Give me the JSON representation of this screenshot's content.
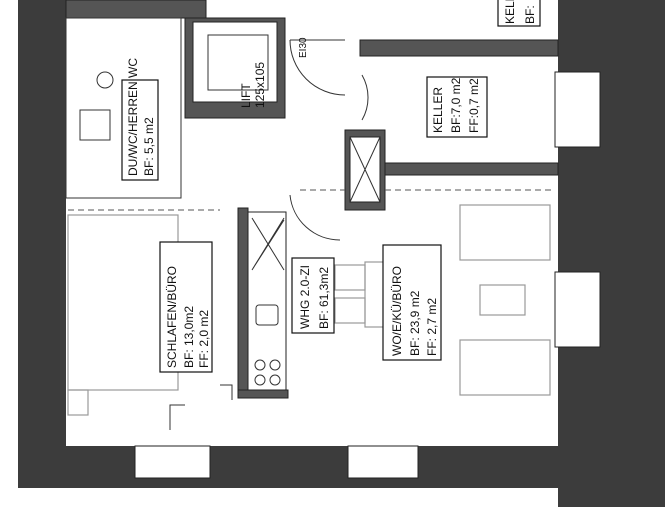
{
  "plan": {
    "apartment": {
      "name": "WHG 2.0-ZI",
      "area": "BF: 61,3m2"
    },
    "rooms": [
      {
        "name": "DU/WC/HERREN WC",
        "bf": "BF: 5,5 m2"
      },
      {
        "name": "LIFT",
        "size": "125x105"
      },
      {
        "name": "KELLER",
        "bf": "BF:7,0 m2",
        "ff": "FF:0,7 m2"
      },
      {
        "name": "SCHLAFEN/BÜRO",
        "bf": "BF: 13,0m2",
        "ff": "FF: 2,0 m2"
      },
      {
        "name": "WO/E/KÜ/BÜRO",
        "bf": "BF: 23,9 m2",
        "ff": "FF: 2,7 m2"
      },
      {
        "name": "KELLER",
        "bf": "BF:"
      }
    ],
    "door_rating": "EI30"
  },
  "colors": {
    "wall": "#555555",
    "exterior": "#3c3c3c",
    "line": "#333333"
  }
}
